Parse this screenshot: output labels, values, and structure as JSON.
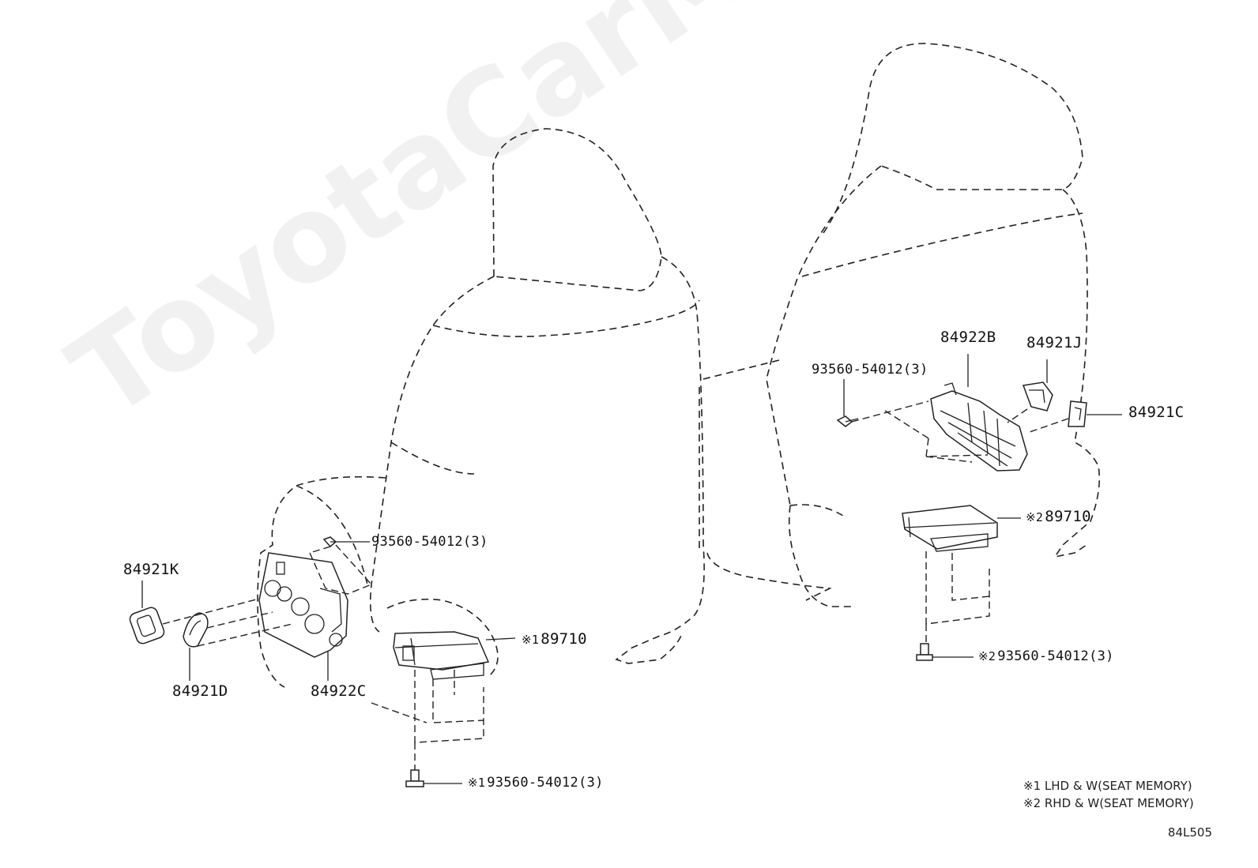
{
  "watermark": "ToyotaCarMine.ru",
  "left_seat": {
    "part_84921K": "84921K",
    "part_84921D": "84921D",
    "part_84922C": "84922C",
    "part_bolt_upper": "93560-54012(3)",
    "part_89710": "89710",
    "part_89710_mark": "※1",
    "part_bolt_lower": "93560-54012(3)",
    "part_bolt_lower_mark": "※1"
  },
  "right_seat": {
    "part_84922B": "84922B",
    "part_84921J": "84921J",
    "part_84921C": "84921C",
    "part_bolt_upper": "93560-54012(3)",
    "part_89710": "89710",
    "part_89710_mark": "※2",
    "part_bolt_lower": "93560-54012(3)",
    "part_bolt_lower_mark": "※2"
  },
  "legend": [
    "※1 LHD & W(SEAT MEMORY)",
    "※2 RHD & W(SEAT MEMORY)"
  ],
  "diagram_code": "84L505"
}
